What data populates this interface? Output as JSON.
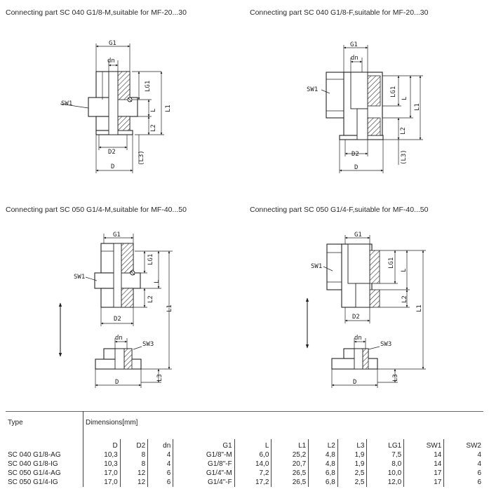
{
  "captions": [
    "Connecting part SC 040 G1/8-M,suitable for  MF-20...30",
    "Connecting  part SC 040 G1/8-F,suitable for MF-20...30",
    "Connecting part SC 050 G1/4-M,suitable  for MF-40...50",
    "Connecting part SC 050 G1/4-F,suitable for MF-40...50"
  ],
  "labels": {
    "G1": "G1",
    "dn": "dn",
    "SW1": "SW1",
    "SW3": "SW3",
    "LG1": "LG1",
    "L": "L",
    "L1": "L1",
    "L2": "L2",
    "L3": "L3",
    "L3p": "(L3)",
    "D2": "D2",
    "D": "D"
  },
  "table": {
    "type_header": "Type",
    "dims_header": "Dimensions[mm]",
    "columns": [
      "D",
      "D2",
      "dn",
      "G1",
      "L",
      "L1",
      "L2",
      "L3",
      "LG1",
      "SW1",
      "SW2"
    ],
    "rows": [
      {
        "type": "SC 040 G1/8-AG",
        "values": [
          "10,3",
          "8",
          "4",
          "G1/8\"-M",
          "6,0",
          "25,2",
          "4,8",
          "1,9",
          "7,5",
          "14",
          "4"
        ]
      },
      {
        "type": "SC 040 G1/8-IG",
        "values": [
          "10,3",
          "8",
          "4",
          "G1/8\"-F",
          "14,0",
          "20,7",
          "4,8",
          "1,9",
          "8,0",
          "14",
          "4"
        ]
      },
      {
        "type": "SC 050 G1/4-AG",
        "values": [
          "17,0",
          "12",
          "6",
          "G1/4\"-M",
          "7,2",
          "26,5",
          "6,8",
          "2,5",
          "10,0",
          "17",
          "6"
        ]
      },
      {
        "type": "SC 050 G1/4-IG",
        "values": [
          "17,0",
          "12",
          "6",
          "G1/4\"-F",
          "17,2",
          "26,5",
          "6,8",
          "2,5",
          "12,0",
          "17",
          "6"
        ]
      }
    ]
  }
}
